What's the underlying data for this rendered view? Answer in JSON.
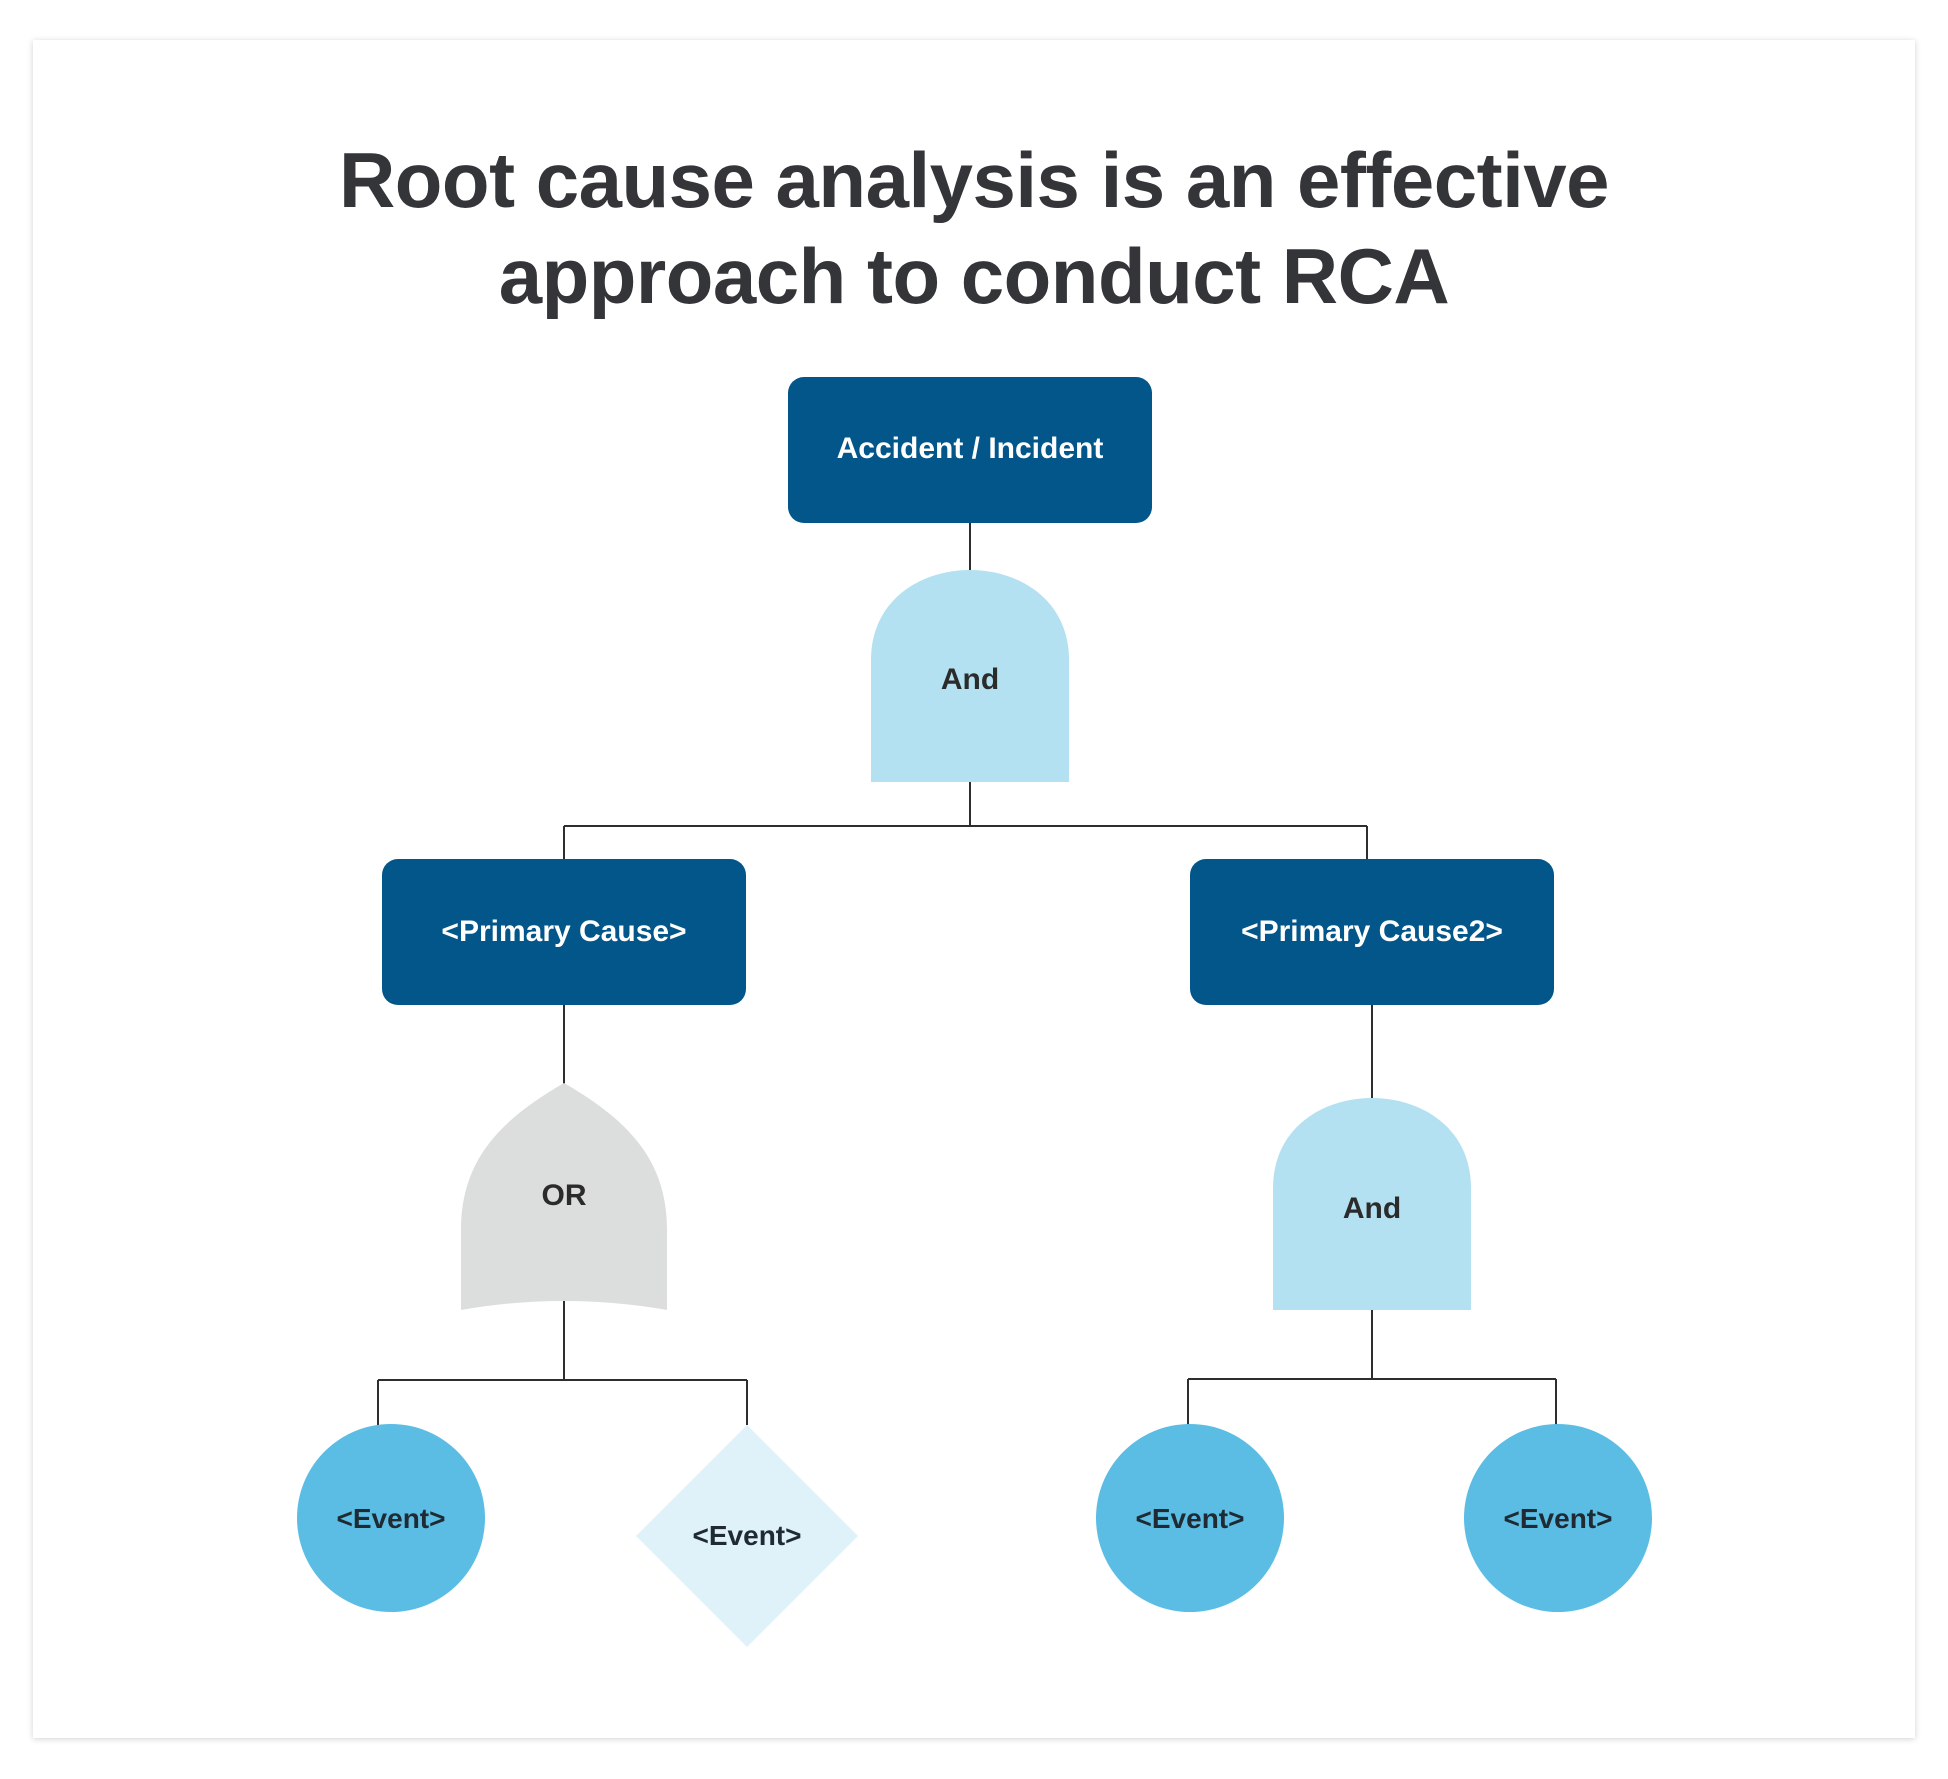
{
  "title": {
    "line1": "Root cause analysis is an effective",
    "line2": "approach to conduct RCA"
  },
  "colors": {
    "dark_box": "#02568a",
    "and_gate": "#b3e1f1",
    "or_gate": "#dcdddd",
    "event_circle": "#5bbde4",
    "event_diamond": "#dff1f9",
    "line": "#2e2e2e",
    "title_text": "#333538"
  },
  "diagram": {
    "top_event": {
      "label": "Accident / Incident",
      "shape": "rounded-rectangle"
    },
    "gate_top": {
      "label": "And",
      "type": "AND"
    },
    "primary_left": {
      "label": "<Primary Cause>",
      "shape": "rounded-rectangle"
    },
    "primary_right": {
      "label": "<Primary Cause2>",
      "shape": "rounded-rectangle"
    },
    "gate_left": {
      "label": "OR",
      "type": "OR"
    },
    "gate_right": {
      "label": "And",
      "type": "AND"
    },
    "events": [
      {
        "label": "<Event>",
        "shape": "circle"
      },
      {
        "label": "<Event>",
        "shape": "diamond"
      },
      {
        "label": "<Event>",
        "shape": "circle"
      },
      {
        "label": "<Event>",
        "shape": "circle"
      }
    ]
  }
}
